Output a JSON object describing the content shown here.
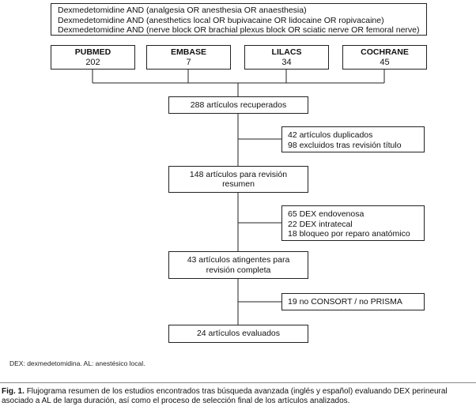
{
  "search_box": {
    "lines": [
      "Dexmedetomidine AND (analgesia OR anesthesia OR anaesthesia)",
      "Dexmedetomidine AND (anesthetics local OR bupivacaine OR lidocaine OR ropivacaine)",
      "Dexmedetomidine AND (nerve block OR brachial plexus block OR sciatic nerve OR femoral nerve)"
    ]
  },
  "databases": [
    {
      "name": "PUBMED",
      "count": "202"
    },
    {
      "name": "EMBASE",
      "count": "7"
    },
    {
      "name": "LILACS",
      "count": "34"
    },
    {
      "name": "COCHRANE",
      "count": "45"
    }
  ],
  "main_steps": {
    "recovered": "288 artículos recuperados",
    "review_line1": "148 artículos para revisión",
    "review_line2": "resumen",
    "pertinent_line1": "43 artículos atingentes para",
    "pertinent_line2": "revisión completa",
    "evaluated": "24 artículos evaluados"
  },
  "exclusions": {
    "first": [
      "42 artículos duplicados",
      "98 excluidos tras revisión título"
    ],
    "second": [
      "65 DEX endovenosa",
      "22 DEX intratecal",
      "18 bloqueo por reparo anatómico"
    ],
    "third": [
      "19 no CONSORT / no PRISMA"
    ]
  },
  "footnote": "DEX: dexmedetomidina. AL: anestésico local.",
  "caption": {
    "label": "Fig. 1.",
    "text": "Flujograma resumen de los estudios encontrados tras búsqueda avanzada (inglés y español) evaluando DEX perineural asociado a AL de larga duración, así como el proceso de selección final de los artículos analizados."
  }
}
